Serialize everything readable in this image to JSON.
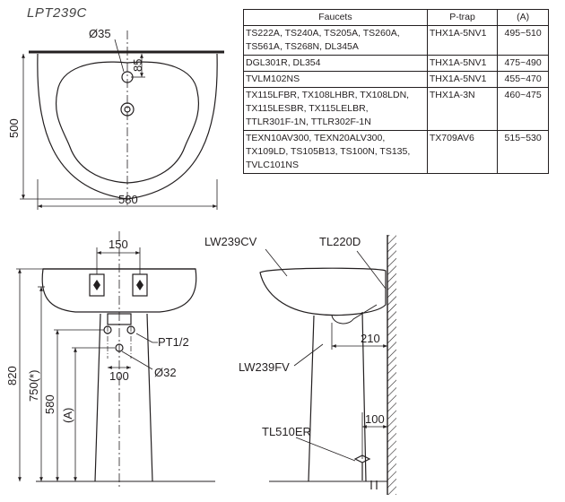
{
  "model": "LPT239C",
  "table": {
    "headers": [
      "Faucets",
      "P-trap",
      "(A)"
    ],
    "rows": [
      {
        "faucets": [
          "TS222A, TS240A, TS205A, TS260A,",
          "TS561A, TS268N, DL345A"
        ],
        "ptrap": "THX1A-5NV1",
        "a": "495~510"
      },
      {
        "faucets": [
          "DGL301R, DL354"
        ],
        "ptrap": "THX1A-5NV1",
        "a": "475~490"
      },
      {
        "faucets": [
          "TVLM102NS"
        ],
        "ptrap": "THX1A-5NV1",
        "a": "455~470"
      },
      {
        "faucets": [
          "TX115LFBR, TX108LHBR, TX108LDN,",
          "TX115LESBR, TX115LELBR,",
          "TTLR301F-1N, TTLR302F-1N"
        ],
        "ptrap": "THX1A-3N",
        "a": "460~475"
      },
      {
        "faucets": [
          "TEXN10AV300, TEXN20ALV300,",
          "TX109LD, TS105B13, TS100N, TS135,",
          "TVLC101NS"
        ],
        "ptrap": "TX709AV6",
        "a": "515~530"
      }
    ]
  },
  "top_view": {
    "dim_hole": "Ø35",
    "dim_offset": "85",
    "dim_depth": "500",
    "dim_width": "580"
  },
  "front_view": {
    "dim_spacing": "150",
    "label_pt": "PT1/2",
    "dim_100": "100",
    "dim_hole": "Ø32",
    "dim_820": "820",
    "dim_750": "750(*)",
    "dim_580": "580",
    "dim_a": "(A)"
  },
  "side_view": {
    "label_basin": "LW239CV",
    "label_trap": "TL220D",
    "label_pedestal": "LW239FV",
    "label_valve": "TL510ER",
    "dim_210": "210",
    "dim_100": "100"
  }
}
